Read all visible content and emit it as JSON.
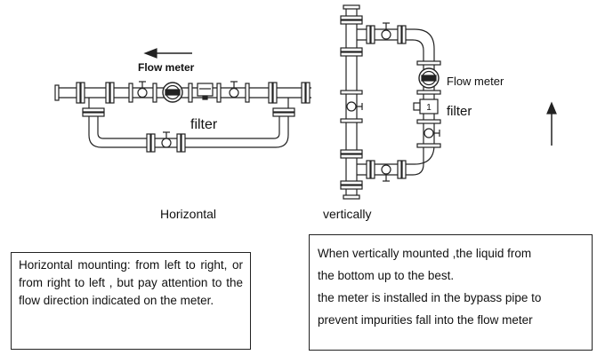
{
  "horizontal": {
    "flow_label": "Flow meter",
    "filter_label": "filter",
    "caption": "Horizontal",
    "meter_symbol": "flow-meter-icon",
    "filter_symbol": "filter-icon",
    "valve_symbol": "valve-icon",
    "arrow_direction": "left"
  },
  "vertical": {
    "flow_label": "Flow meter",
    "filter_label": "filter",
    "filter_mark": "1",
    "caption": "vertically",
    "arrow_direction": "up"
  },
  "notes": {
    "horizontal_text": "Horizontal mounting: from left to right, or from right to left , but pay attention to the flow direction indicated on the meter.",
    "vertical_lines": [
      "When vertically mounted ,the liquid from",
      "the bottom up to the best.",
      "the meter is installed in the bypass pipe to",
      "prevent impurities fall into the flow meter"
    ]
  },
  "colors": {
    "line": "#222222",
    "background": "#ffffff"
  }
}
